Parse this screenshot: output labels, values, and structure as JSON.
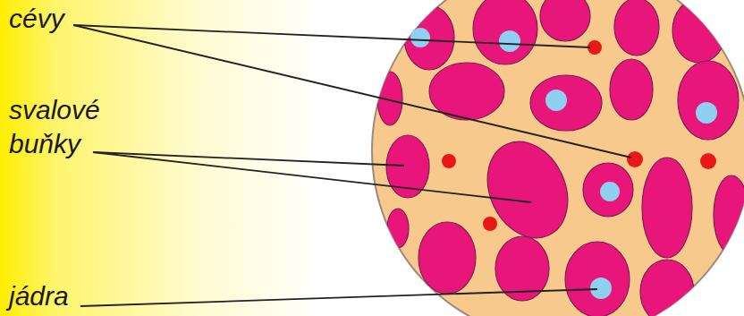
{
  "diagram": {
    "labels": [
      "cévy",
      "svalové buňky",
      "jádra"
    ]
  }
}
